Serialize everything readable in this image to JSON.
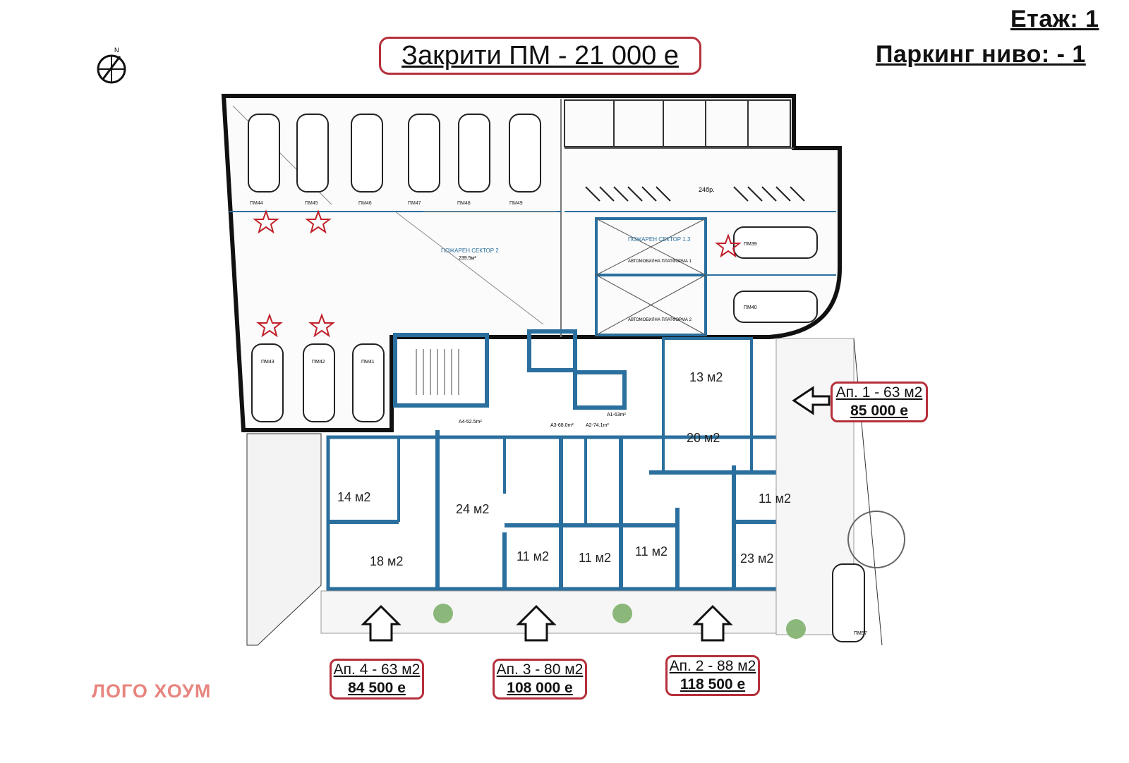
{
  "header": {
    "floor": "Етаж: 1",
    "parking_level": "Паркинг ниво: - 1",
    "title": "Закрити ПМ - 21 000 е"
  },
  "apartments": [
    {
      "title": "Ап. 1 - 63 м2",
      "price": "85 000 е"
    },
    {
      "title": "Ап. 2 - 88 м2",
      "price": "118 500 е"
    },
    {
      "title": "Ап. 3 - 80 м2",
      "price": "108 000 е"
    },
    {
      "title": "Ап. 4 - 63 м2",
      "price": "84 500 е"
    }
  ],
  "rooms": [
    "13 м2",
    "20 м2",
    "11 м2",
    "23 м2",
    "11 м2",
    "11 м2",
    "11 м2",
    "24 м2",
    "14 м2",
    "18 м2"
  ],
  "plan_labels": {
    "fire_sector_2": "ПОЖАРЕН СЕКТОР 2",
    "fire_sector_2_area": "239.5м²",
    "fire_sector_1": "ПОЖАРЕН СЕКТОР 1.3",
    "car_lift_1": "АВТОМОБИЛНА ПЛАТФОРМА 1",
    "car_lift_2": "АВТОМОБИЛНА ПЛАТФОРМА 2",
    "spaces_top": [
      "ПМ44",
      "ПМ45",
      "ПМ46",
      "ПМ47",
      "ПМ48",
      "ПМ49"
    ],
    "spaces_right": [
      "ПМ39",
      "ПМ40"
    ],
    "spaces_bottom": [
      "ПМ43",
      "ПМ42",
      "ПМ41"
    ],
    "bike_count": "24бр.",
    "street_space": "ПМ57"
  },
  "brand": {
    "logo_text": "ЛОГО ХОУМ"
  },
  "colors": {
    "accent_red": "#b5303b",
    "wall_blue": "#2a6f9e",
    "logo_pink": "#e8857f"
  }
}
